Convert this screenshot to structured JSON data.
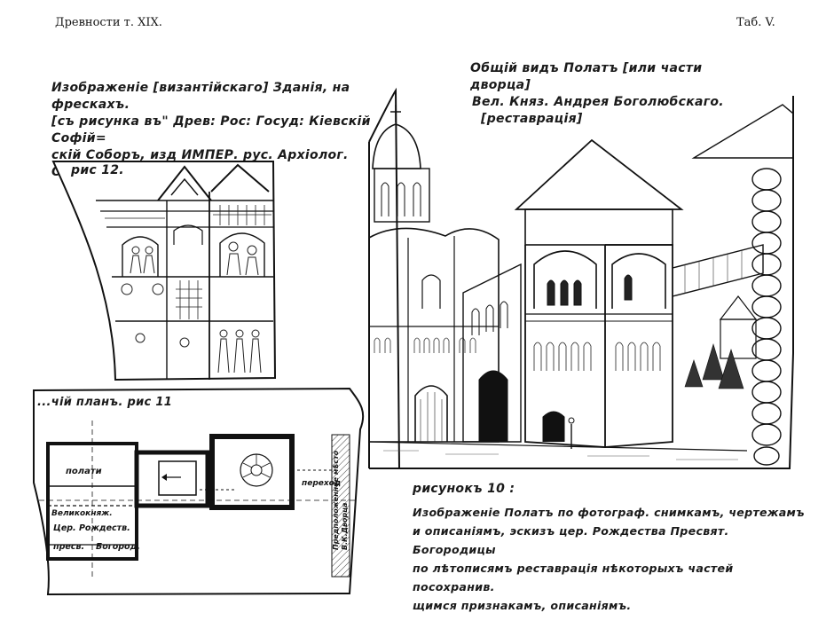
{
  "header": {
    "left": "Древности т. XIX.",
    "right": "Таб. V."
  },
  "fresco_caption": {
    "line1": "Изображенiе [византiйскаго] Зданiя, на фрескахъ.",
    "line2": "[съ рисунка въ\" Древ: Рос: Госуд: Кiевскiй Софiй=",
    "line3": "скiй Соборъ, изд ИМПЕР. рус. Архiолог. Общ.]"
  },
  "fig12_label": "рис 12.",
  "fig11_label": "...чiй планъ. рис 11",
  "plan_labels": {
    "polati": "полати",
    "grand": "Великокняж.",
    "church": "Цер. Рождеств.",
    "presv": "пресв.",
    "bogorod": "Богород.",
    "passage": "переход",
    "place": "Предположенное мѣсто В.К.Дворца"
  },
  "view_caption": {
    "line1": "Общiй видъ Полатъ [или части дворца]",
    "line2": "Вел. Княз. Андрея Боголюбскаго.",
    "line3": "[реставрацiя]"
  },
  "fig10_label": "рисунокъ 10 :",
  "description": {
    "line1": "Изображенiе Полатъ по фотограф. снимкамъ, чертежамъ",
    "line2": "и описанiямъ, эскизъ цер. Рождества Пресвят. Богородицы",
    "line3": "по лѣтописямъ реставрацiя нѣкоторыхъ частей посохранив.",
    "line4": "щимся признакамъ, описанiямъ."
  }
}
